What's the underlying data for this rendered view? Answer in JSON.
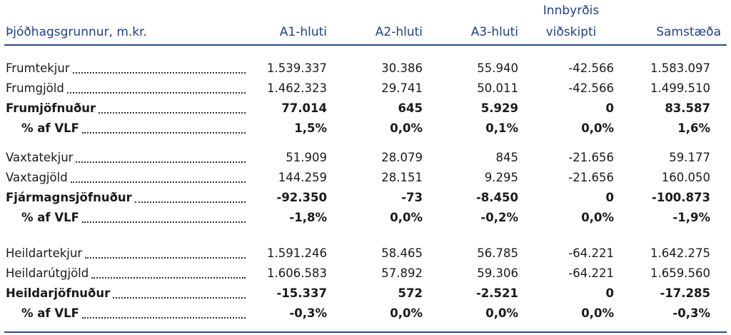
{
  "header": {
    "title": "Þjóðhagsgrunnur, m.kr.",
    "col1": "A1-hluti",
    "col2": "A2-hluti",
    "col3": "A3-hluti",
    "col4_line1": "Innbyrðis",
    "col4_line2": "viðskipti",
    "col5": "Samstæða"
  },
  "rows": [
    {
      "label": "Frumtekjur",
      "values": [
        "1.539.337",
        "30.386",
        "55.940",
        "-42.566",
        "1.583.097"
      ]
    },
    {
      "label": "Frumgjöld",
      "values": [
        "1.462.323",
        "29.741",
        "50.011",
        "-42.566",
        "1.499.510"
      ]
    },
    {
      "label": "Frumjöfnuður",
      "values": [
        "77.014",
        "645",
        "5.929",
        "0",
        "83.587"
      ]
    },
    {
      "label": "% af VLF",
      "values": [
        "1,5%",
        "0,0%",
        "0,1%",
        "0,0%",
        "1,6%"
      ]
    },
    {
      "label": "Vaxtatekjur",
      "values": [
        "51.909",
        "28.079",
        "845",
        "-21.656",
        "59.177"
      ]
    },
    {
      "label": "Vaxtagjöld",
      "values": [
        "144.259",
        "28.151",
        "9.295",
        "-21.656",
        "160.050"
      ]
    },
    {
      "label": "Fjármagnsjöfnuður",
      "values": [
        "-92.350",
        "-73",
        "-8.450",
        "0",
        "-100.873"
      ]
    },
    {
      "label": "% af VLF",
      "values": [
        "-1,8%",
        "0,0%",
        "-0,2%",
        "0,0%",
        "-1,9%"
      ]
    },
    {
      "label": "Heildartekjur",
      "values": [
        "1.591.246",
        "58.465",
        "56.785",
        "-64.221",
        "1.642.275"
      ]
    },
    {
      "label": "Heildarútgjöld",
      "values": [
        "1.606.583",
        "57.892",
        "59.306",
        "-64.221",
        "1.659.560"
      ]
    },
    {
      "label": "Heildarjöfnuður",
      "values": [
        "-15.337",
        "572",
        "-2.521",
        "0",
        "-17.285"
      ]
    },
    {
      "label": "% af VLF",
      "values": [
        "-0,3%",
        "0,0%",
        "0,0%",
        "0,0%",
        "-0,3%"
      ]
    }
  ]
}
